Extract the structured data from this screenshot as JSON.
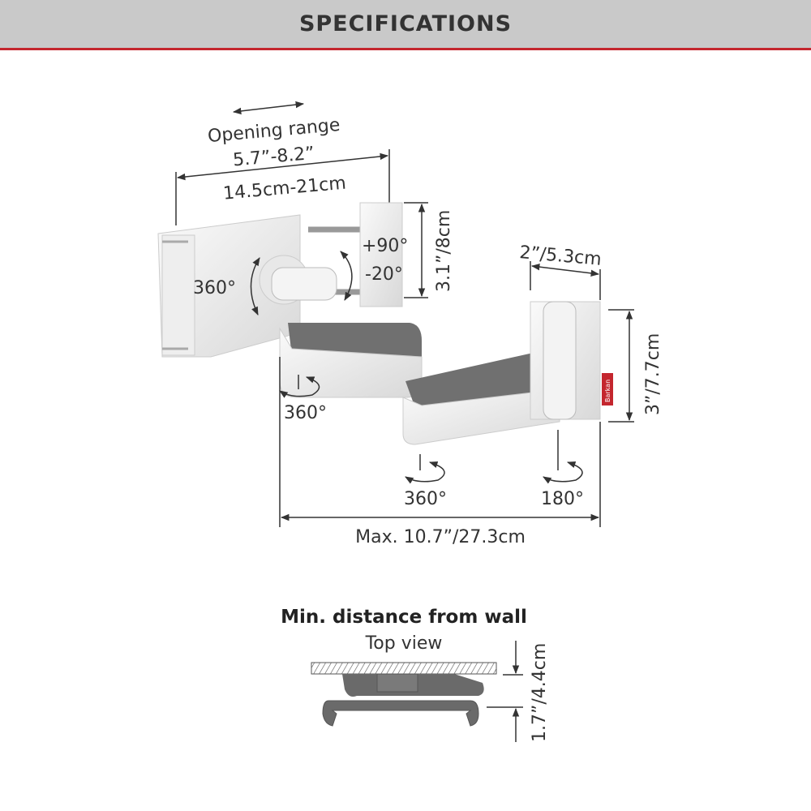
{
  "header": {
    "title": "SPECIFICATIONS"
  },
  "colors": {
    "header_bg": "#c9c9c9",
    "accent": "#c4262e",
    "text": "#333333",
    "product": "#e6e6e6",
    "dark_part": "#6e6e6e"
  },
  "diagram": {
    "opening_range_label": "Opening range",
    "opening_range_inch": "5.7”-8.2”",
    "opening_range_cm": "14.5cm-21cm",
    "head_rotation": "360°",
    "tilt_up": "+90°",
    "tilt_down": "-20°",
    "clamp_height": "3.1”/8cm",
    "wall_plate_width": "2”/5.3cm",
    "wall_plate_height": "3”/7.7cm",
    "swivel_first_joint": "360°",
    "swivel_middle_joint": "360°",
    "swivel_wall_joint": "180°",
    "max_extension": "Max. 10.7”/27.3cm",
    "brand_tag": "Barkan"
  },
  "min_distance": {
    "title": "Min. distance from wall",
    "subtitle": "Top view",
    "value": "1.7”/4.4cm"
  }
}
